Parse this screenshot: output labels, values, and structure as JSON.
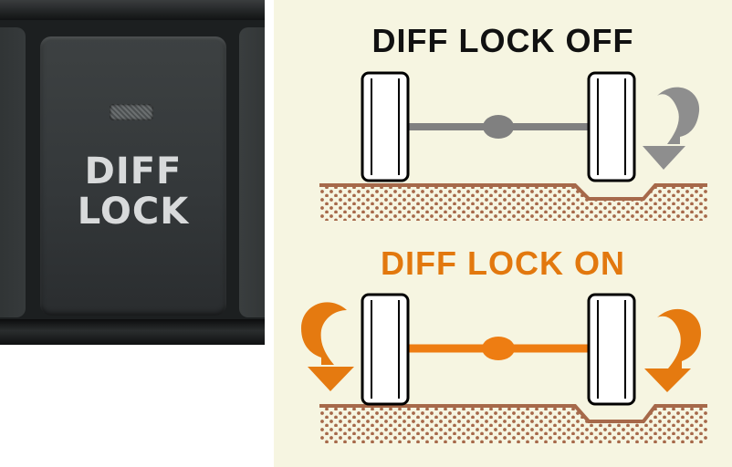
{
  "photo": {
    "button_label_line1": "DIFF",
    "button_label_line2": "LOCK"
  },
  "diagram": {
    "off_state": {
      "title": "DIFF LOCK OFF",
      "title_color": "#111111",
      "axle_color": "#808080",
      "rotation_arrow_color": "#8e8e8e"
    },
    "on_state": {
      "title": "DIFF LOCK ON",
      "title_color": "#e2780e",
      "axle_color": "#ee7d12",
      "rotation_arrow_color": "#e57a10"
    },
    "ground_color": "#a6694a",
    "background_color": "#f6f5e1"
  }
}
